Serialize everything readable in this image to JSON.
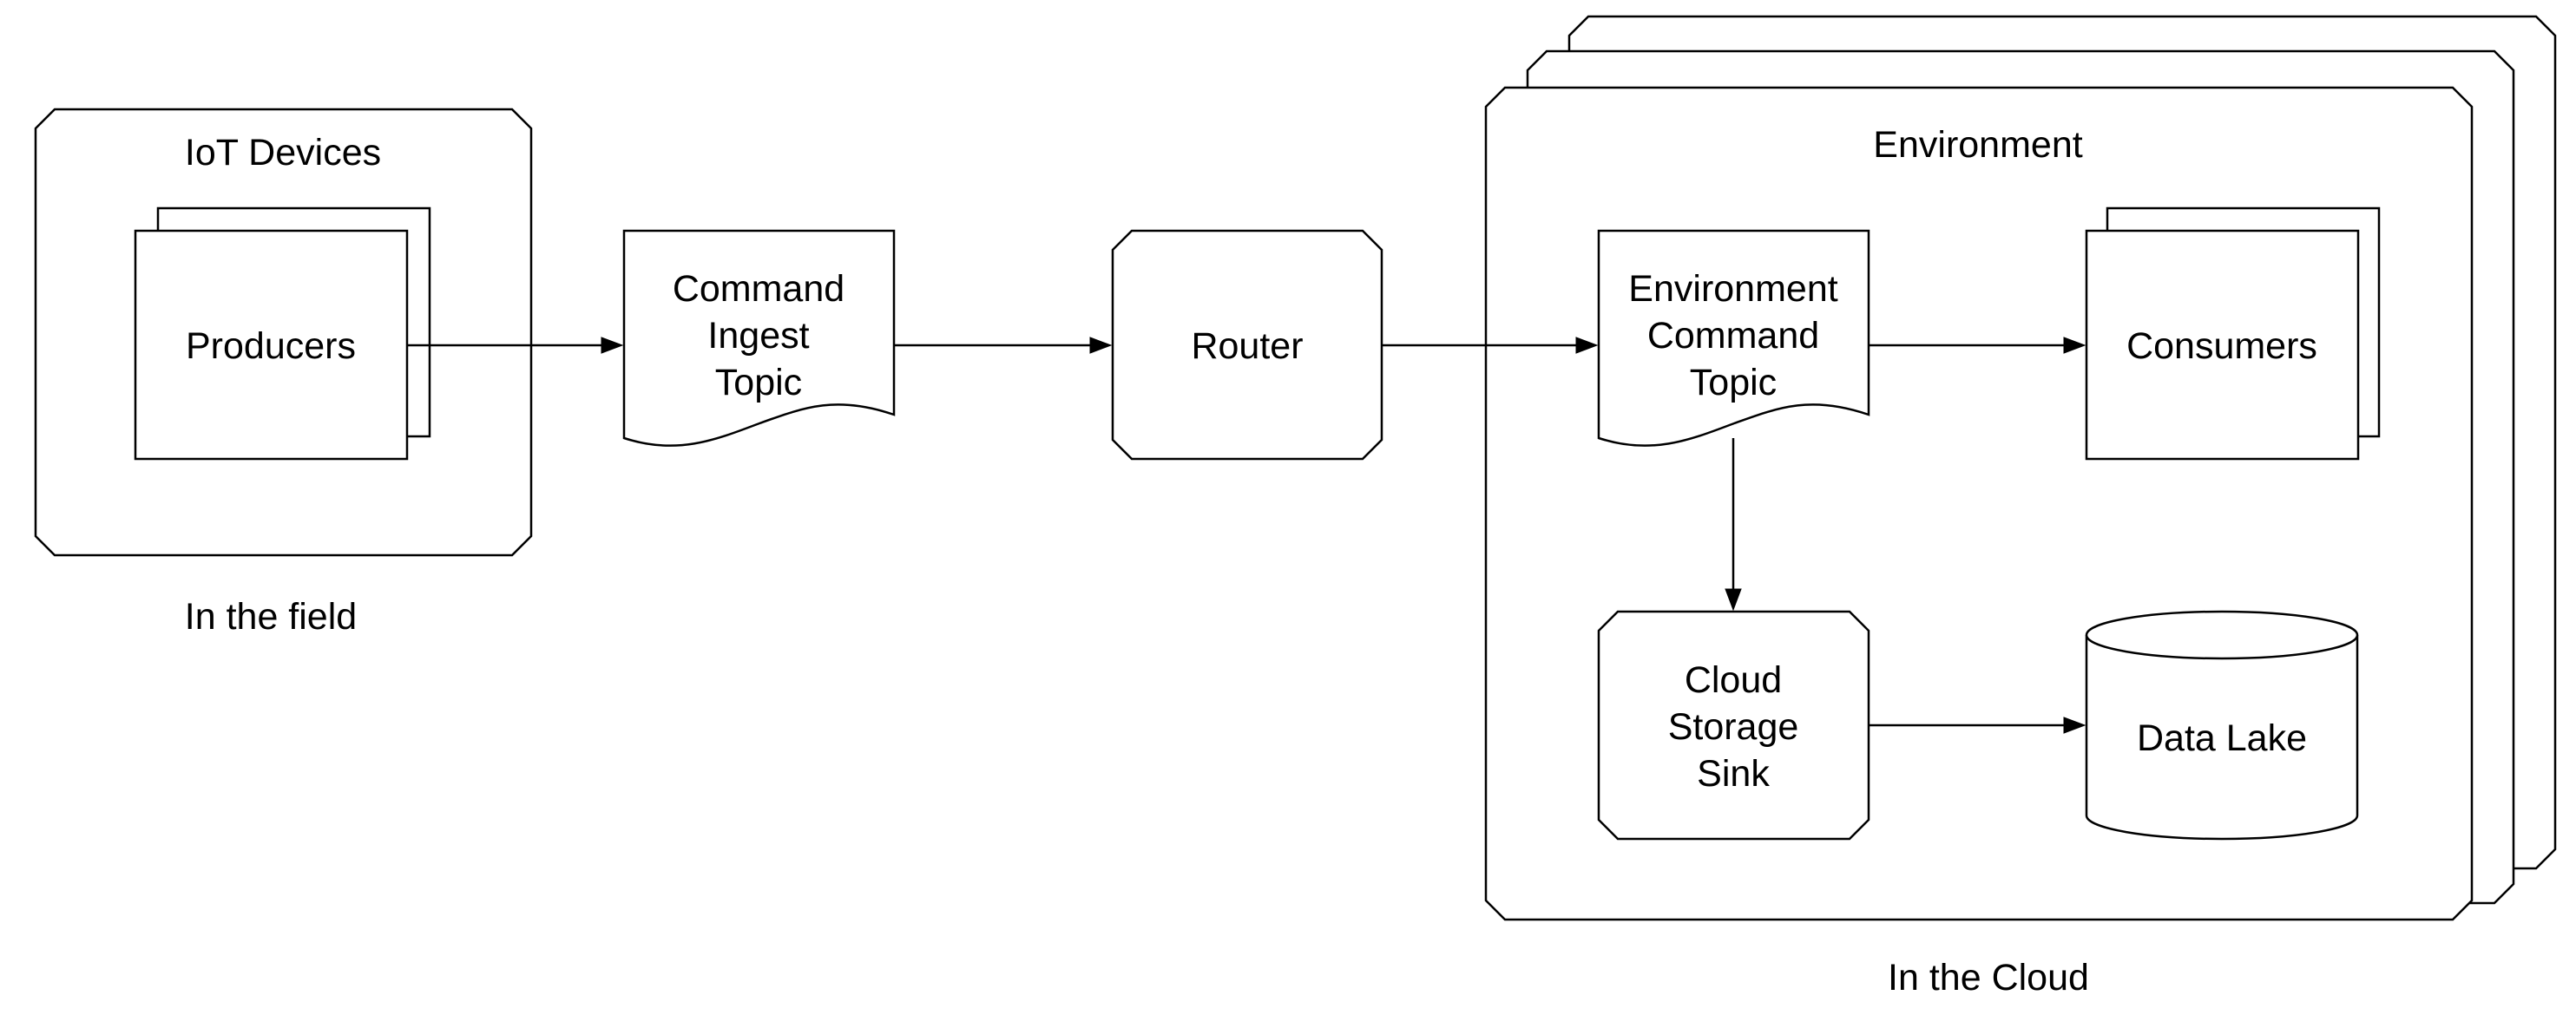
{
  "groups": {
    "field": {
      "title": "IoT Devices",
      "caption": "In the field"
    },
    "cloud": {
      "title": "Environment",
      "caption": "In the Cloud"
    }
  },
  "nodes": {
    "producers": {
      "label": "Producers",
      "shape": "stacked-rectangle"
    },
    "ingest_topic": {
      "lines": [
        "Command",
        "Ingest",
        "Topic"
      ],
      "shape": "document"
    },
    "router": {
      "label": "Router",
      "shape": "octagon"
    },
    "env_topic": {
      "lines": [
        "Environment",
        "Command",
        "Topic"
      ],
      "shape": "document"
    },
    "consumers": {
      "label": "Consumers",
      "shape": "stacked-rectangle"
    },
    "storage_sink": {
      "lines": [
        "Cloud",
        "Storage",
        "Sink"
      ],
      "shape": "octagon"
    },
    "data_lake": {
      "label": "Data Lake",
      "shape": "cylinder"
    }
  },
  "edges": [
    {
      "from": "producers",
      "to": "ingest_topic"
    },
    {
      "from": "ingest_topic",
      "to": "router"
    },
    {
      "from": "router",
      "to": "env_topic"
    },
    {
      "from": "env_topic",
      "to": "consumers"
    },
    {
      "from": "env_topic",
      "to": "storage_sink"
    },
    {
      "from": "storage_sink",
      "to": "data_lake"
    }
  ]
}
